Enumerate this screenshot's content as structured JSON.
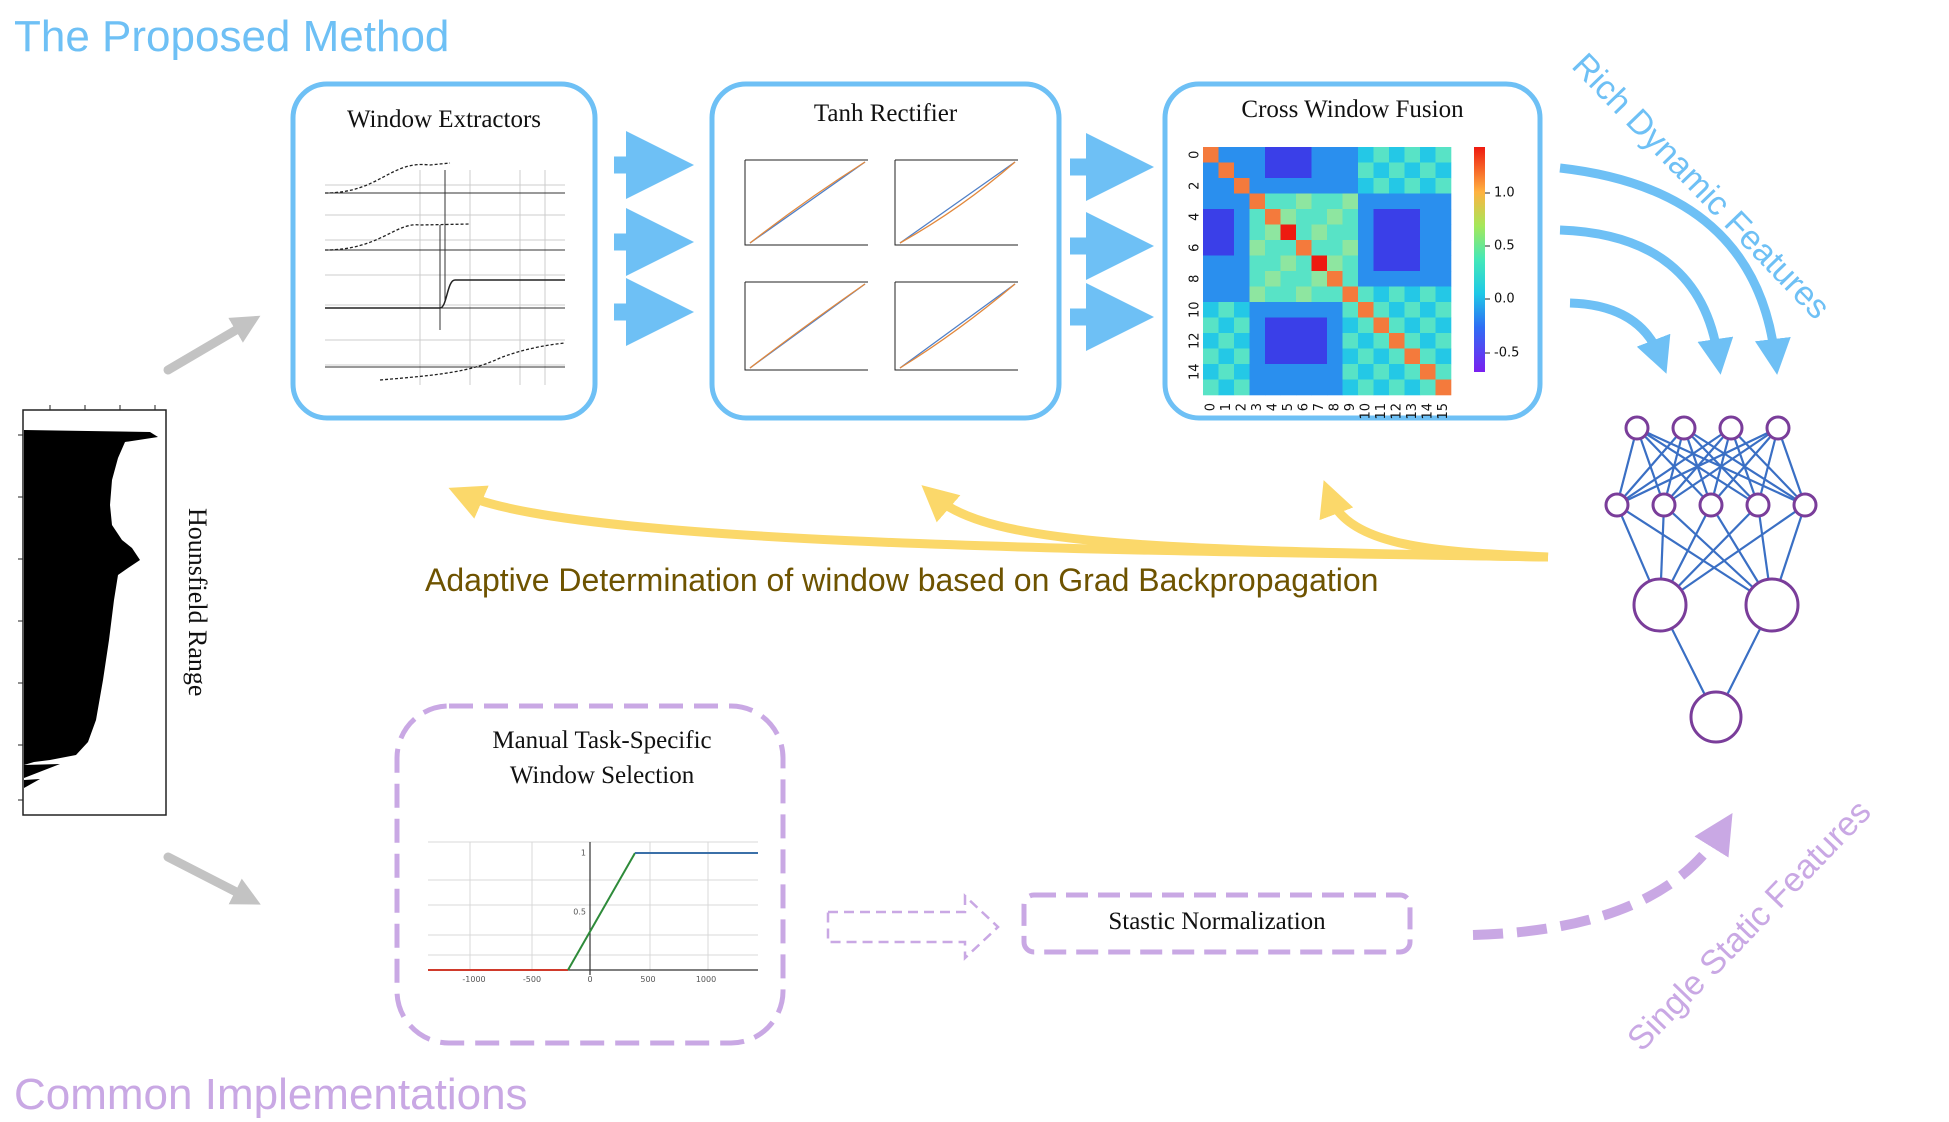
{
  "headings": {
    "proposed": "The Proposed Method",
    "common": "Common Implementations"
  },
  "boxes": {
    "window_extractors": "Window Extractors",
    "tanh_rectifier": "Tanh Rectifier",
    "cross_window_fusion": "Cross Window Fusion",
    "manual_selection_line1": "Manual Task-Specific",
    "manual_selection_line2": "Window Selection",
    "static_normalization": "Stastic Normalization"
  },
  "labels": {
    "hounsfield": "Hounsfield Range",
    "adaptive": "Adaptive Determination of window based on Grad Backpropagation",
    "rich": "Rich Dynamic Features",
    "single": "Single Static Features"
  },
  "colors": {
    "blue": "#6ec0f5",
    "purple": "#c9a8e4",
    "yellow": "#fbd86a",
    "gray": "#c3c3c3",
    "nn_node": "#7a3d9a",
    "nn_edge": "#3a6fc4",
    "caption": "#6e5300"
  },
  "heatmap": {
    "row_ticks": [
      "0",
      "2",
      "4",
      "6",
      "8",
      "10",
      "12",
      "14"
    ],
    "col_ticks": [
      "0",
      "1",
      "2",
      "3",
      "4",
      "5",
      "6",
      "7",
      "8",
      "9",
      "10",
      "11",
      "12",
      "13",
      "14",
      "15"
    ],
    "colorbar_ticks": [
      "1.0",
      "0.5",
      "0.0",
      "-0.5"
    ]
  },
  "manual_plot": {
    "x_ticks": [
      "-1000",
      "-500",
      "0",
      "500",
      "1000"
    ],
    "y_ticks": [
      "1",
      "0.5"
    ]
  }
}
